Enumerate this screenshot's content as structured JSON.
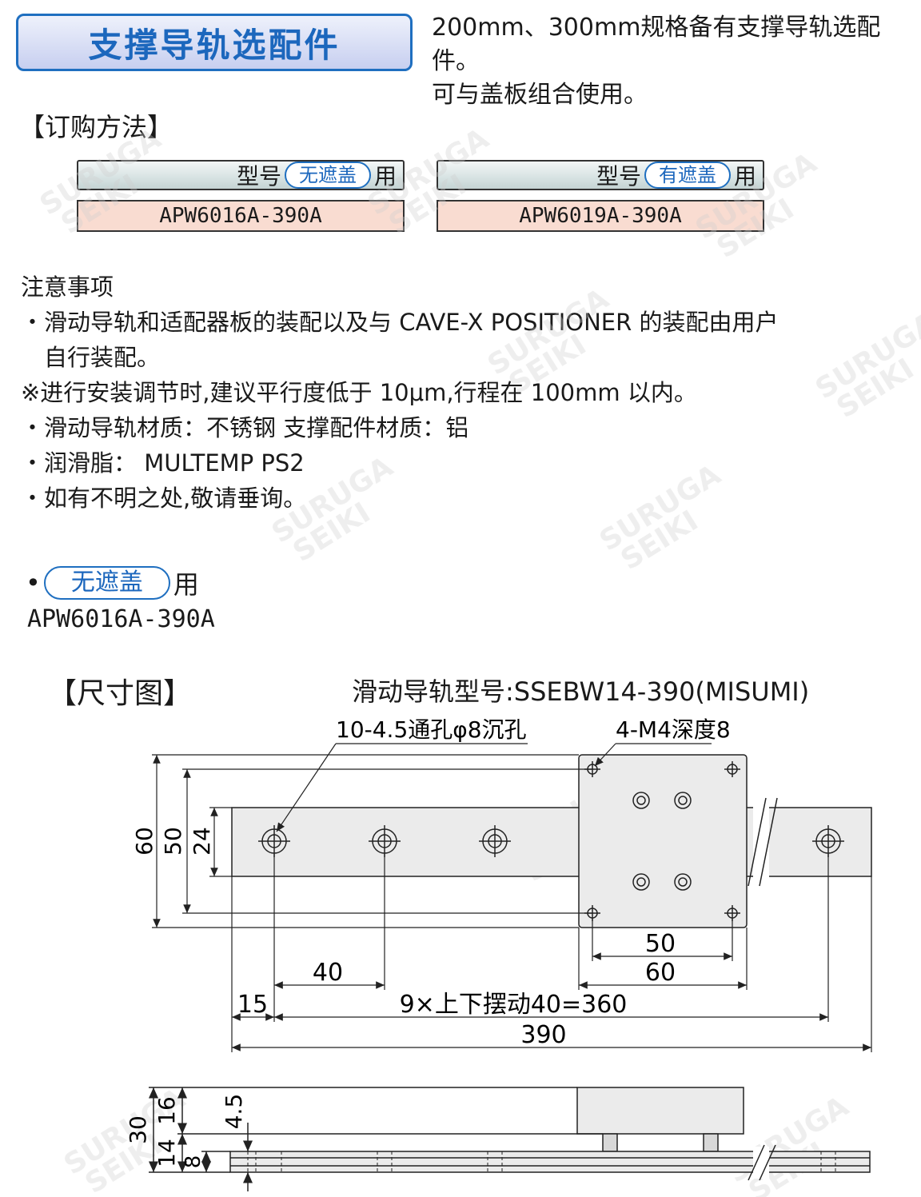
{
  "header": {
    "title": "支撑导轨选配件",
    "intro_line1": "200mm、300mm规格备有支撑导轨选配件。",
    "intro_line2": "可与盖板组合使用。"
  },
  "order": {
    "heading": "【订购方法】",
    "model_prefix": "型号",
    "model_suffix": "用",
    "models": [
      {
        "cover": "无遮盖",
        "code": "APW6016A-390A"
      },
      {
        "cover": "有遮盖",
        "code": "APW6019A-390A"
      }
    ]
  },
  "notes": {
    "heading": "注意事项",
    "items": [
      "・滑动导轨和适配器板的装配以及与 CAVE-X POSITIONER 的装配由用户",
      "　自行装配。",
      "※进行安装调节时,建议平行度低于 10μm,行程在 100mm 以内。",
      "・滑动导轨材质：不锈钢 支撑配件材质：铝",
      "・润滑脂： MULTEMP PS2",
      "・如有不明之处,敬请垂询。"
    ]
  },
  "variant": {
    "bullet": "•",
    "cover": "无遮盖",
    "suffix": "用",
    "code": "APW6016A-390A"
  },
  "drawing": {
    "heading": "【尺寸图】",
    "rail_model": "滑动导轨型号:SSEBW14-390(MISUMI)",
    "hole_note": "10-4.5通孔φ8沉孔",
    "tap_note": "4-M4深度8",
    "dims": {
      "h60": "60",
      "h50": "50",
      "h24": "24",
      "w50": "50",
      "w60": "60",
      "p40": "40",
      "p15": "15",
      "pitch": "9×上下摆动40=360",
      "total": "390",
      "s30": "30",
      "s16": "16",
      "s14": "14",
      "s8": "8",
      "s45": "4.5"
    }
  },
  "watermark": {
    "line1": "SURUGA",
    "line2": "SEIKI"
  },
  "colors": {
    "accent_blue": "#1f6fc0",
    "code_bg": "#f9dcd1",
    "part_fill": "#e6e6e6"
  }
}
